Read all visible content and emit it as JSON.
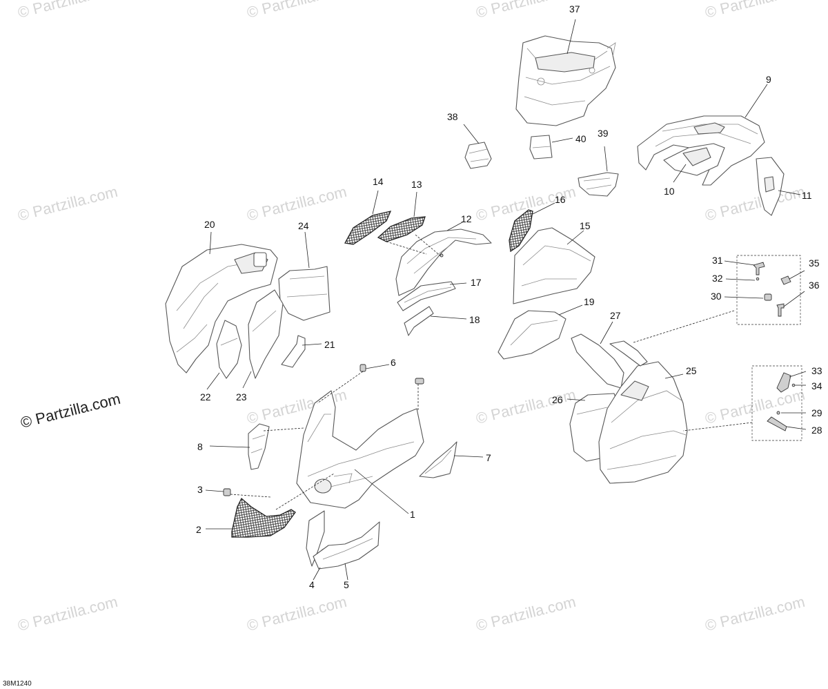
{
  "watermark": {
    "text": "© Partzilla.com",
    "main_text": "© Partzilla.com"
  },
  "diagram_code": "38M1240",
  "callouts": [
    "1",
    "2",
    "3",
    "4",
    "5",
    "6",
    "7",
    "8",
    "9",
    "10",
    "11",
    "12",
    "13",
    "14",
    "15",
    "16",
    "17",
    "18",
    "19",
    "20",
    "21",
    "22",
    "23",
    "24",
    "25",
    "26",
    "27",
    "28",
    "29",
    "30",
    "31",
    "32",
    "33",
    "34",
    "35",
    "36",
    "37",
    "38",
    "39",
    "40"
  ],
  "colors": {
    "line": "#555555",
    "text": "#111111",
    "watermark": "#d4d4d4"
  }
}
